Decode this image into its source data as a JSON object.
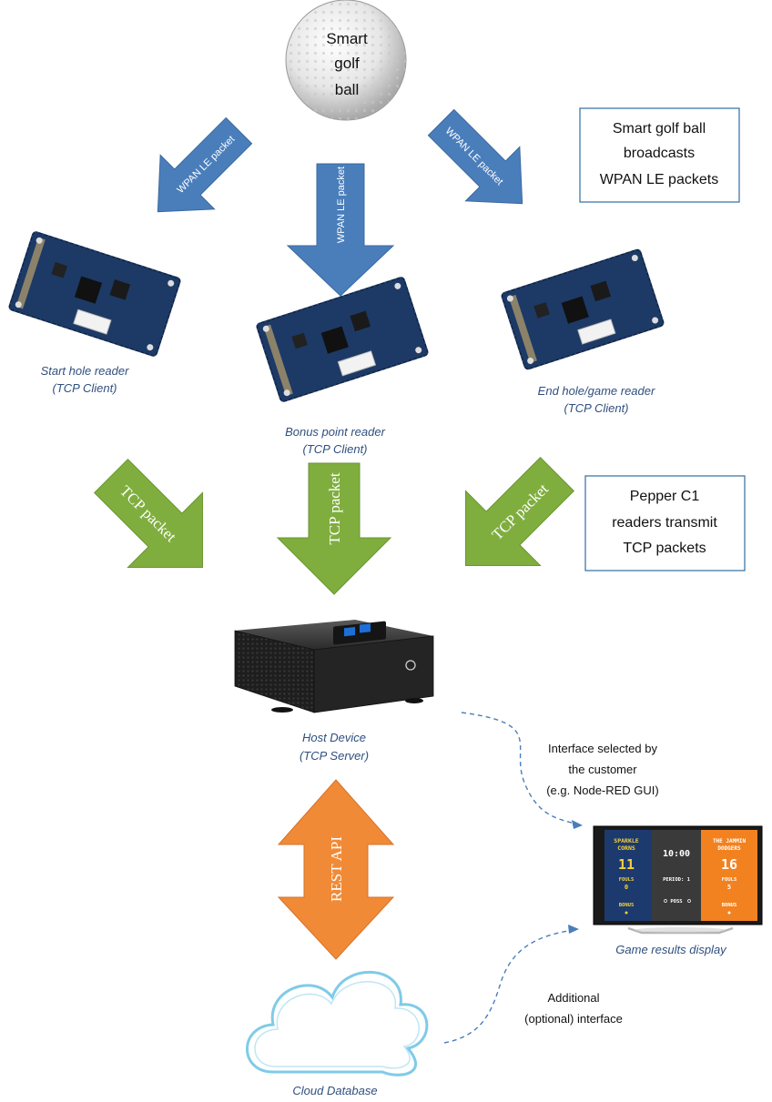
{
  "colors": {
    "wpan_arrow": "#4a7ebb",
    "tcp_arrow": "#7fae3e",
    "rest_arrow": "#f08a36",
    "caption": "#2f4f7f",
    "dashed_line": "#4a7ebb",
    "cloud_outline": "#7fcbe8",
    "note_border": "#2e6da4"
  },
  "ball": {
    "line1": "Smart",
    "line2": "golf",
    "line3": "ball"
  },
  "wpan_arrows": {
    "label": "WPAN LE packet"
  },
  "note_wpan": {
    "line1": "Smart golf ball",
    "line2": "broadcasts",
    "line3": "WPAN LE packets"
  },
  "readers": {
    "start": {
      "name": "Start hole reader",
      "role": "(TCP Client)"
    },
    "bonus": {
      "name": "Bonus point reader",
      "role": "(TCP Client)"
    },
    "end": {
      "name": "End hole/game reader",
      "role": "(TCP Client)"
    }
  },
  "tcp_arrows": {
    "label": "TCP packet"
  },
  "note_tcp": {
    "line1": "Pepper C1",
    "line2": "readers transmit",
    "line3": "TCP packets"
  },
  "host": {
    "name": "Host Device",
    "role": "(TCP Server)"
  },
  "interface_note": {
    "line1": "Interface selected by",
    "line2": "the customer",
    "line3": "(e.g. Node-RED GUI)"
  },
  "rest_arrow": {
    "label": "REST API"
  },
  "display": {
    "caption": "Game results display",
    "home_team": "SPARKLE CORNS",
    "home_team_l1": "SPARKLE",
    "home_team_l2": "CORNS",
    "home_score": "11",
    "home_fouls_label": "FOULS",
    "home_fouls": "0",
    "home_bonus_label": "BONUS",
    "clock": "10:00",
    "period_label": "PERIOD: 1",
    "poss_label": "POSS",
    "away_team_l1": "THE JAMMIN",
    "away_team_l2": "DODGERS",
    "away_score": "16",
    "away_fouls_label": "FOULS",
    "away_fouls": "5",
    "away_bonus_label": "BONUS"
  },
  "cloud": {
    "caption": "Cloud Database"
  },
  "optional_note": {
    "line1": "Additional",
    "line2": "(optional) interface"
  }
}
